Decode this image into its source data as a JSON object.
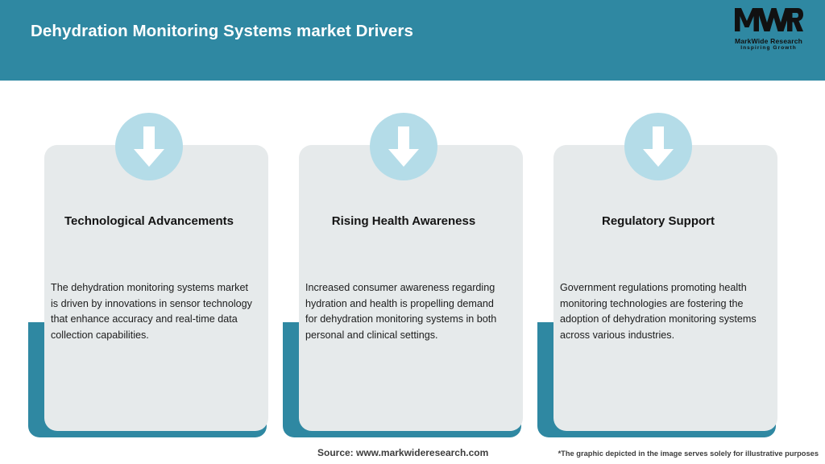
{
  "header": {
    "title": "Dehydration Monitoring Systems market Drivers",
    "background_color": "#2f88a2",
    "title_color": "#ffffff"
  },
  "logo": {
    "mark": "MWR",
    "name": "MarkWide Research",
    "tagline": "Inspiring Growth"
  },
  "theme": {
    "accent_teal": "#2f88a2",
    "card_background": "#e6eaeb",
    "badge_blue": "#b4dce8",
    "arrow_color": "#ffffff",
    "page_background": "#ffffff"
  },
  "cards": [
    {
      "icon": "down-arrow-icon",
      "title": "Technological Advancements",
      "body": "The dehydration monitoring systems market is driven by innovations in sensor technology that enhance accuracy and real-time data collection capabilities."
    },
    {
      "icon": "down-arrow-icon",
      "title": "Rising Health Awareness",
      "body": "Increased consumer awareness regarding hydration and health is propelling demand for dehydration monitoring systems in both personal and clinical settings."
    },
    {
      "icon": "down-arrow-icon",
      "title": "Regulatory Support",
      "body": "Government regulations promoting health monitoring technologies are fostering the adoption of dehydration monitoring systems across various industries."
    }
  ],
  "footer": {
    "source": "Source: www.markwideresearch.com",
    "disclaimer": "*The graphic depicted in the image serves solely for illustrative purposes"
  }
}
